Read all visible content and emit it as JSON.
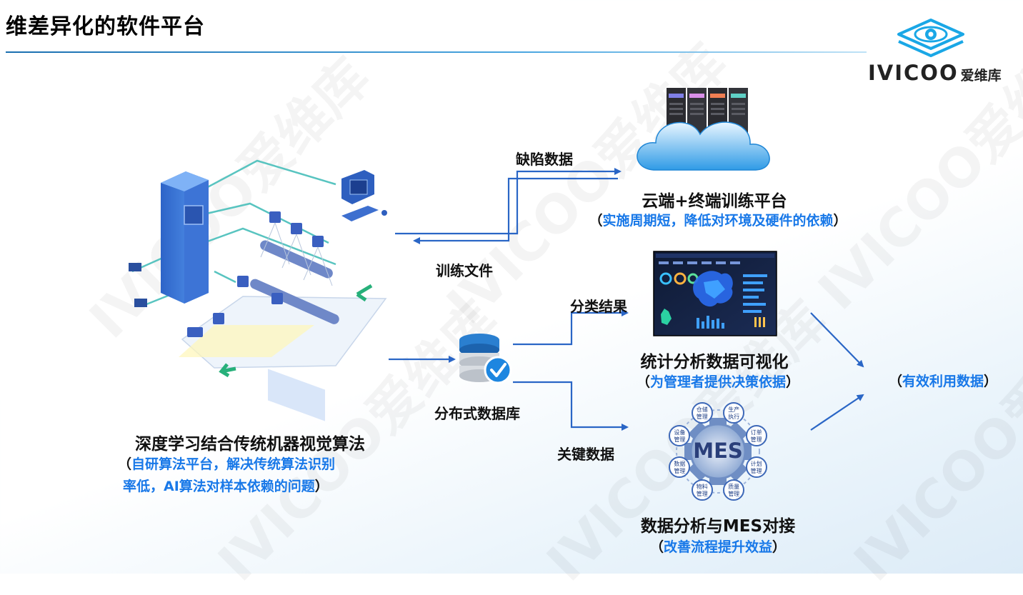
{
  "title": "维差异化的软件平台",
  "logo": {
    "brand": "IVICOO",
    "cn": "爱维库"
  },
  "watermark": "IVICOO爱维库",
  "flow": {
    "defect_data": "缺陷数据",
    "training_file": "训练文件",
    "classification_result": "分类结果",
    "key_data": "关键数据"
  },
  "nodes": {
    "cloud": {
      "title": "云端+终端训练平台",
      "desc": "实施周期短，降低对环境及硬件的依赖"
    },
    "database": {
      "title": "分布式数据库"
    },
    "stats": {
      "title": "统计分析数据可视化",
      "desc": "为管理者提供决策依据"
    },
    "mes": {
      "title": "数据分析与MES对接",
      "desc": "改善流程提升效益",
      "center": "MES",
      "modules": [
        {
          "l1": "仓储",
          "l2": "管理"
        },
        {
          "l1": "生产",
          "l2": "执行"
        },
        {
          "l1": "订单",
          "l2": "管理"
        },
        {
          "l1": "计划",
          "l2": "管理"
        },
        {
          "l1": "质量",
          "l2": "管理"
        },
        {
          "l1": "物料",
          "l2": "管理"
        },
        {
          "l1": "数据",
          "l2": "管理"
        },
        {
          "l1": "设备",
          "l2": "管理"
        }
      ]
    },
    "algorithm": {
      "title": "深度学习结合传统机器视觉算法",
      "desc_line1": "自研算法平台，解决传统算法识别",
      "desc_line2": "率低，AI算法对样本依赖的问题"
    },
    "effective": {
      "desc": "有效利用数据"
    }
  },
  "colors": {
    "accent": "#1878e8",
    "arrow": "#2a66c6",
    "rule": "#1a6fb0"
  }
}
